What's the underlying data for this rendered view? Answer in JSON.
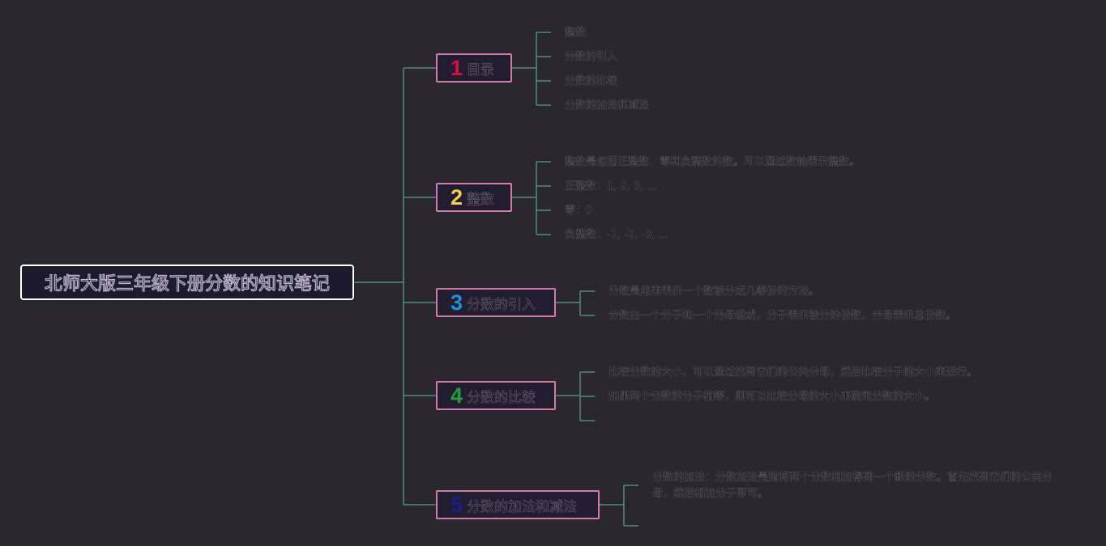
{
  "root": {
    "title": "北师大版三年级下册分数的知识笔记"
  },
  "colors": {
    "background": "#2b272e",
    "connector": "#4e8a86",
    "branch_border": "#d27aa8",
    "root_border": "#ffffff",
    "num_1": "#d8123a",
    "num_2": "#f2cf4a",
    "num_3": "#1e90e0",
    "num_4": "#22a038",
    "num_5": "#1a1f8c"
  },
  "branches": [
    {
      "num": "1",
      "label": "目录",
      "leaves": [
        "整数",
        "分数的引入",
        "分数的比较",
        "分数的加法和减法"
      ]
    },
    {
      "num": "2",
      "label": "整数",
      "leaves": [
        "整数是包括正整数、零和负整数的数。可以通过数轴表示整数。",
        "正整数：1, 2, 3, ...",
        "零：0",
        "负整数：-1, -2, -3, ..."
      ]
    },
    {
      "num": "3",
      "label": "分数的引入",
      "leaves": [
        "分数是用来表示一个数被分成几等份的方法。",
        "分数由一个分子和一个分母组成，分子表示被分的份数，分母表示总份数。"
      ]
    },
    {
      "num": "4",
      "label": "分数的比较",
      "leaves": [
        "比较分数的大小，可以通过找到它们的公共分母，然后比较分子的大小来进行。",
        "如果两个分数的分子相等，则可以比较分母的大小来确定分数的大小。"
      ]
    },
    {
      "num": "5",
      "label": "分数的加法和减法",
      "leaves": [
        "分数的加法：分数加法是指将两个分数相加得到一个新的分数。首先找到它们的公共分母，然后相加分子即可。"
      ]
    }
  ]
}
